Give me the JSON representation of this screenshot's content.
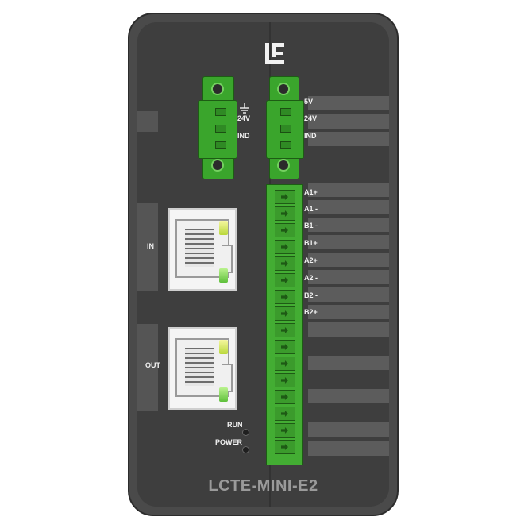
{
  "device": {
    "model": "LCTE-MINI-E2",
    "logo": "LE",
    "power_connector_left": {
      "ground_symbol": "ground-icon",
      "labels": [
        "24V",
        "IND"
      ]
    },
    "power_connector_right": {
      "labels": [
        "5V",
        "24V",
        "IND"
      ]
    },
    "terminal_labels": [
      "A1+",
      "A1 -",
      "B1 -",
      "B1+",
      "A2+",
      "A2 -",
      "B2 -",
      "B2+"
    ],
    "ports": [
      {
        "label": "IN"
      },
      {
        "label": "OUT"
      }
    ],
    "indicators": [
      {
        "label": "RUN"
      },
      {
        "label": "POWER"
      }
    ],
    "colors": {
      "terminal_green": "#43ad33",
      "housing": "#3e3e3e",
      "stripe": "#5c5c5c",
      "led_yellow": "#d6e85a",
      "led_green": "#7ad64c"
    }
  }
}
